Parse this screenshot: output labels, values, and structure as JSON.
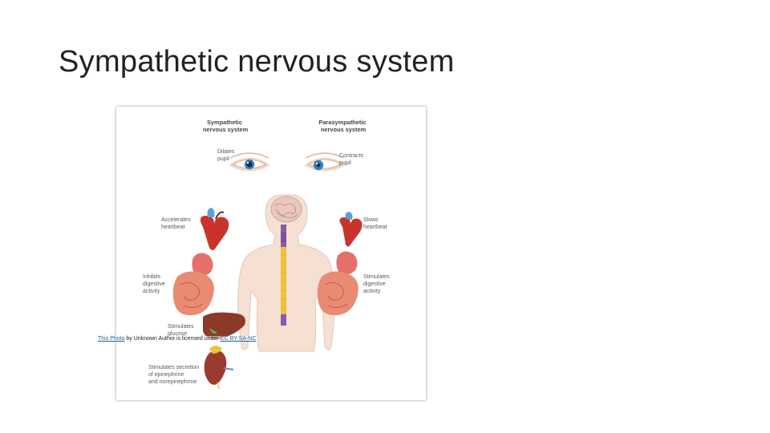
{
  "slide": {
    "title": "Sympathetic nervous system"
  },
  "figure": {
    "sympathetic_header": [
      "Sympathetic",
      "nervous system"
    ],
    "parasympathetic_header": [
      "Parasympathetic",
      "nervous system"
    ],
    "left_labels": {
      "pupil": [
        "Dilates",
        "pupil"
      ],
      "heart": [
        "Accelerates",
        "heartbeat"
      ],
      "digestion": [
        "Inhibits",
        "digestive",
        "activity"
      ],
      "glucose": [
        "Stimulates",
        "glucose"
      ],
      "adrenal": [
        "Stimulates secretion",
        "of epinephrine",
        "and norepinephrine"
      ]
    },
    "right_labels": {
      "pupil": [
        "Contracts",
        "pupil"
      ],
      "heart": [
        "Slows",
        "heartbeat"
      ],
      "digestion": [
        "Stimulates",
        "digestive",
        "activity"
      ]
    }
  },
  "caption": {
    "link1": "This Photo",
    "middle": " by Unknown Author is licensed under ",
    "link2": "CC BY-SA-NC"
  },
  "colors": {
    "body": "#f5e0d2",
    "spine_upper": "#8a5aa8",
    "spine_lower": "#f0c23c",
    "organ_red": "#c8342c",
    "intestine": "#e98a73",
    "liver": "#8b3a2a",
    "iris": "#3a7fc0"
  }
}
